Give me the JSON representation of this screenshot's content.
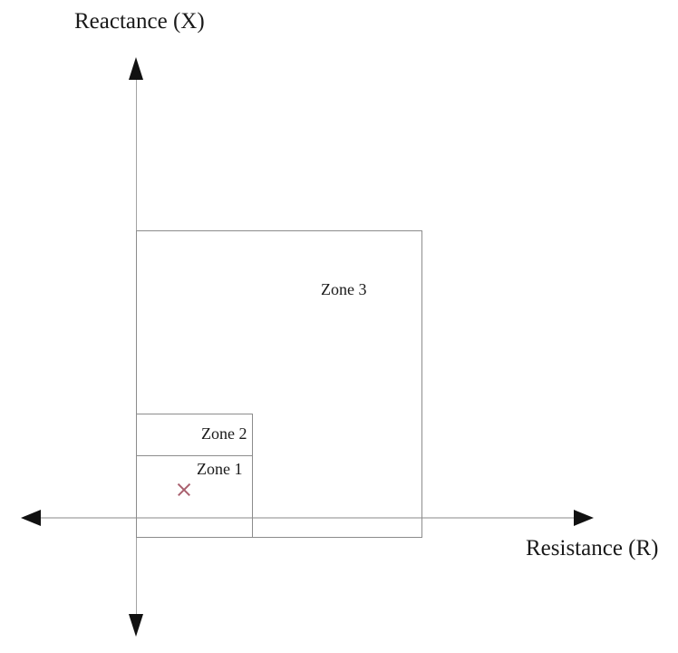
{
  "diagram": {
    "y_axis_label": "Reactance (X)",
    "x_axis_label": "Resistance (R)",
    "zones": [
      {
        "id": "zone3",
        "label": "Zone 3"
      },
      {
        "id": "zone2",
        "label": "Zone 2"
      },
      {
        "id": "zone1",
        "label": "Zone 1"
      }
    ],
    "marker": {
      "symbol": "×",
      "meaning": "fault-point-marker",
      "color": "#a9606e"
    },
    "colors": {
      "background": "#ffffff",
      "axis_line": "#b3b3b3",
      "zone_border": "#8c8c8c",
      "arrowhead": "#111111",
      "text": "#1a1a1a"
    }
  }
}
